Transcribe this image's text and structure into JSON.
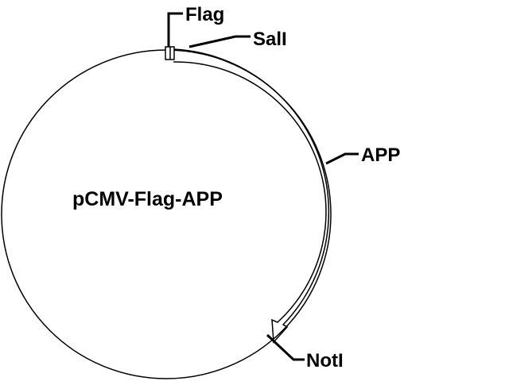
{
  "plasmid": {
    "name": "pCMV-Flag-APP"
  },
  "features": {
    "flag": "Flag",
    "sali": "SalI",
    "app": "APP",
    "noti": "NotI"
  },
  "colors": {
    "stroke": "#000000",
    "background": "#ffffff"
  }
}
